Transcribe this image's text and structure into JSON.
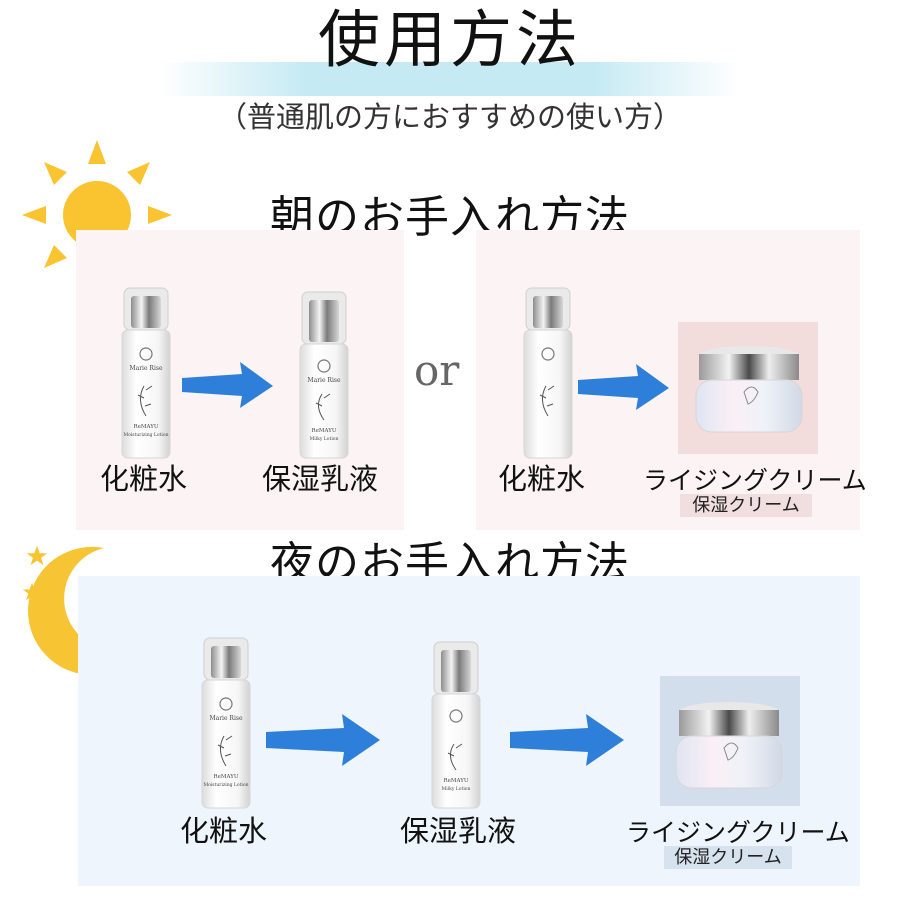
{
  "header": {
    "title": "使用方法",
    "subtitle": "（普通肌の方におすすめの使い方）"
  },
  "morning": {
    "title": "朝のお手入れ方法",
    "or_text": "or",
    "option_a": {
      "step1_label": "化粧水",
      "step2_label": "保湿乳液"
    },
    "option_b": {
      "step1_label": "化粧水",
      "step2_label": "ライジングクリーム",
      "step2_sub": "保湿クリーム"
    }
  },
  "night": {
    "title": "夜のお手入れ方法",
    "step1_label": "化粧水",
    "step2_label": "保湿乳液",
    "step3_label": "ライジングクリーム",
    "step3_sub": "保湿クリーム"
  },
  "product_text": {
    "brand": "Marie Rise",
    "lotion_line1": "ReMAYU",
    "lotion_line2": "Moisturizing Lotion",
    "milk_line1": "ReMAYU",
    "milk_line2": "Milky Lotion"
  },
  "colors": {
    "sun": "#f9c42f",
    "moon": "#f7c533",
    "arrow": "#2e7fd9",
    "morning_panel": "#fcf4f4",
    "night_panel": "#eef5fc"
  },
  "icons": [
    "sun-icon",
    "moon-icon",
    "star-icon",
    "arrow-right-icon"
  ]
}
